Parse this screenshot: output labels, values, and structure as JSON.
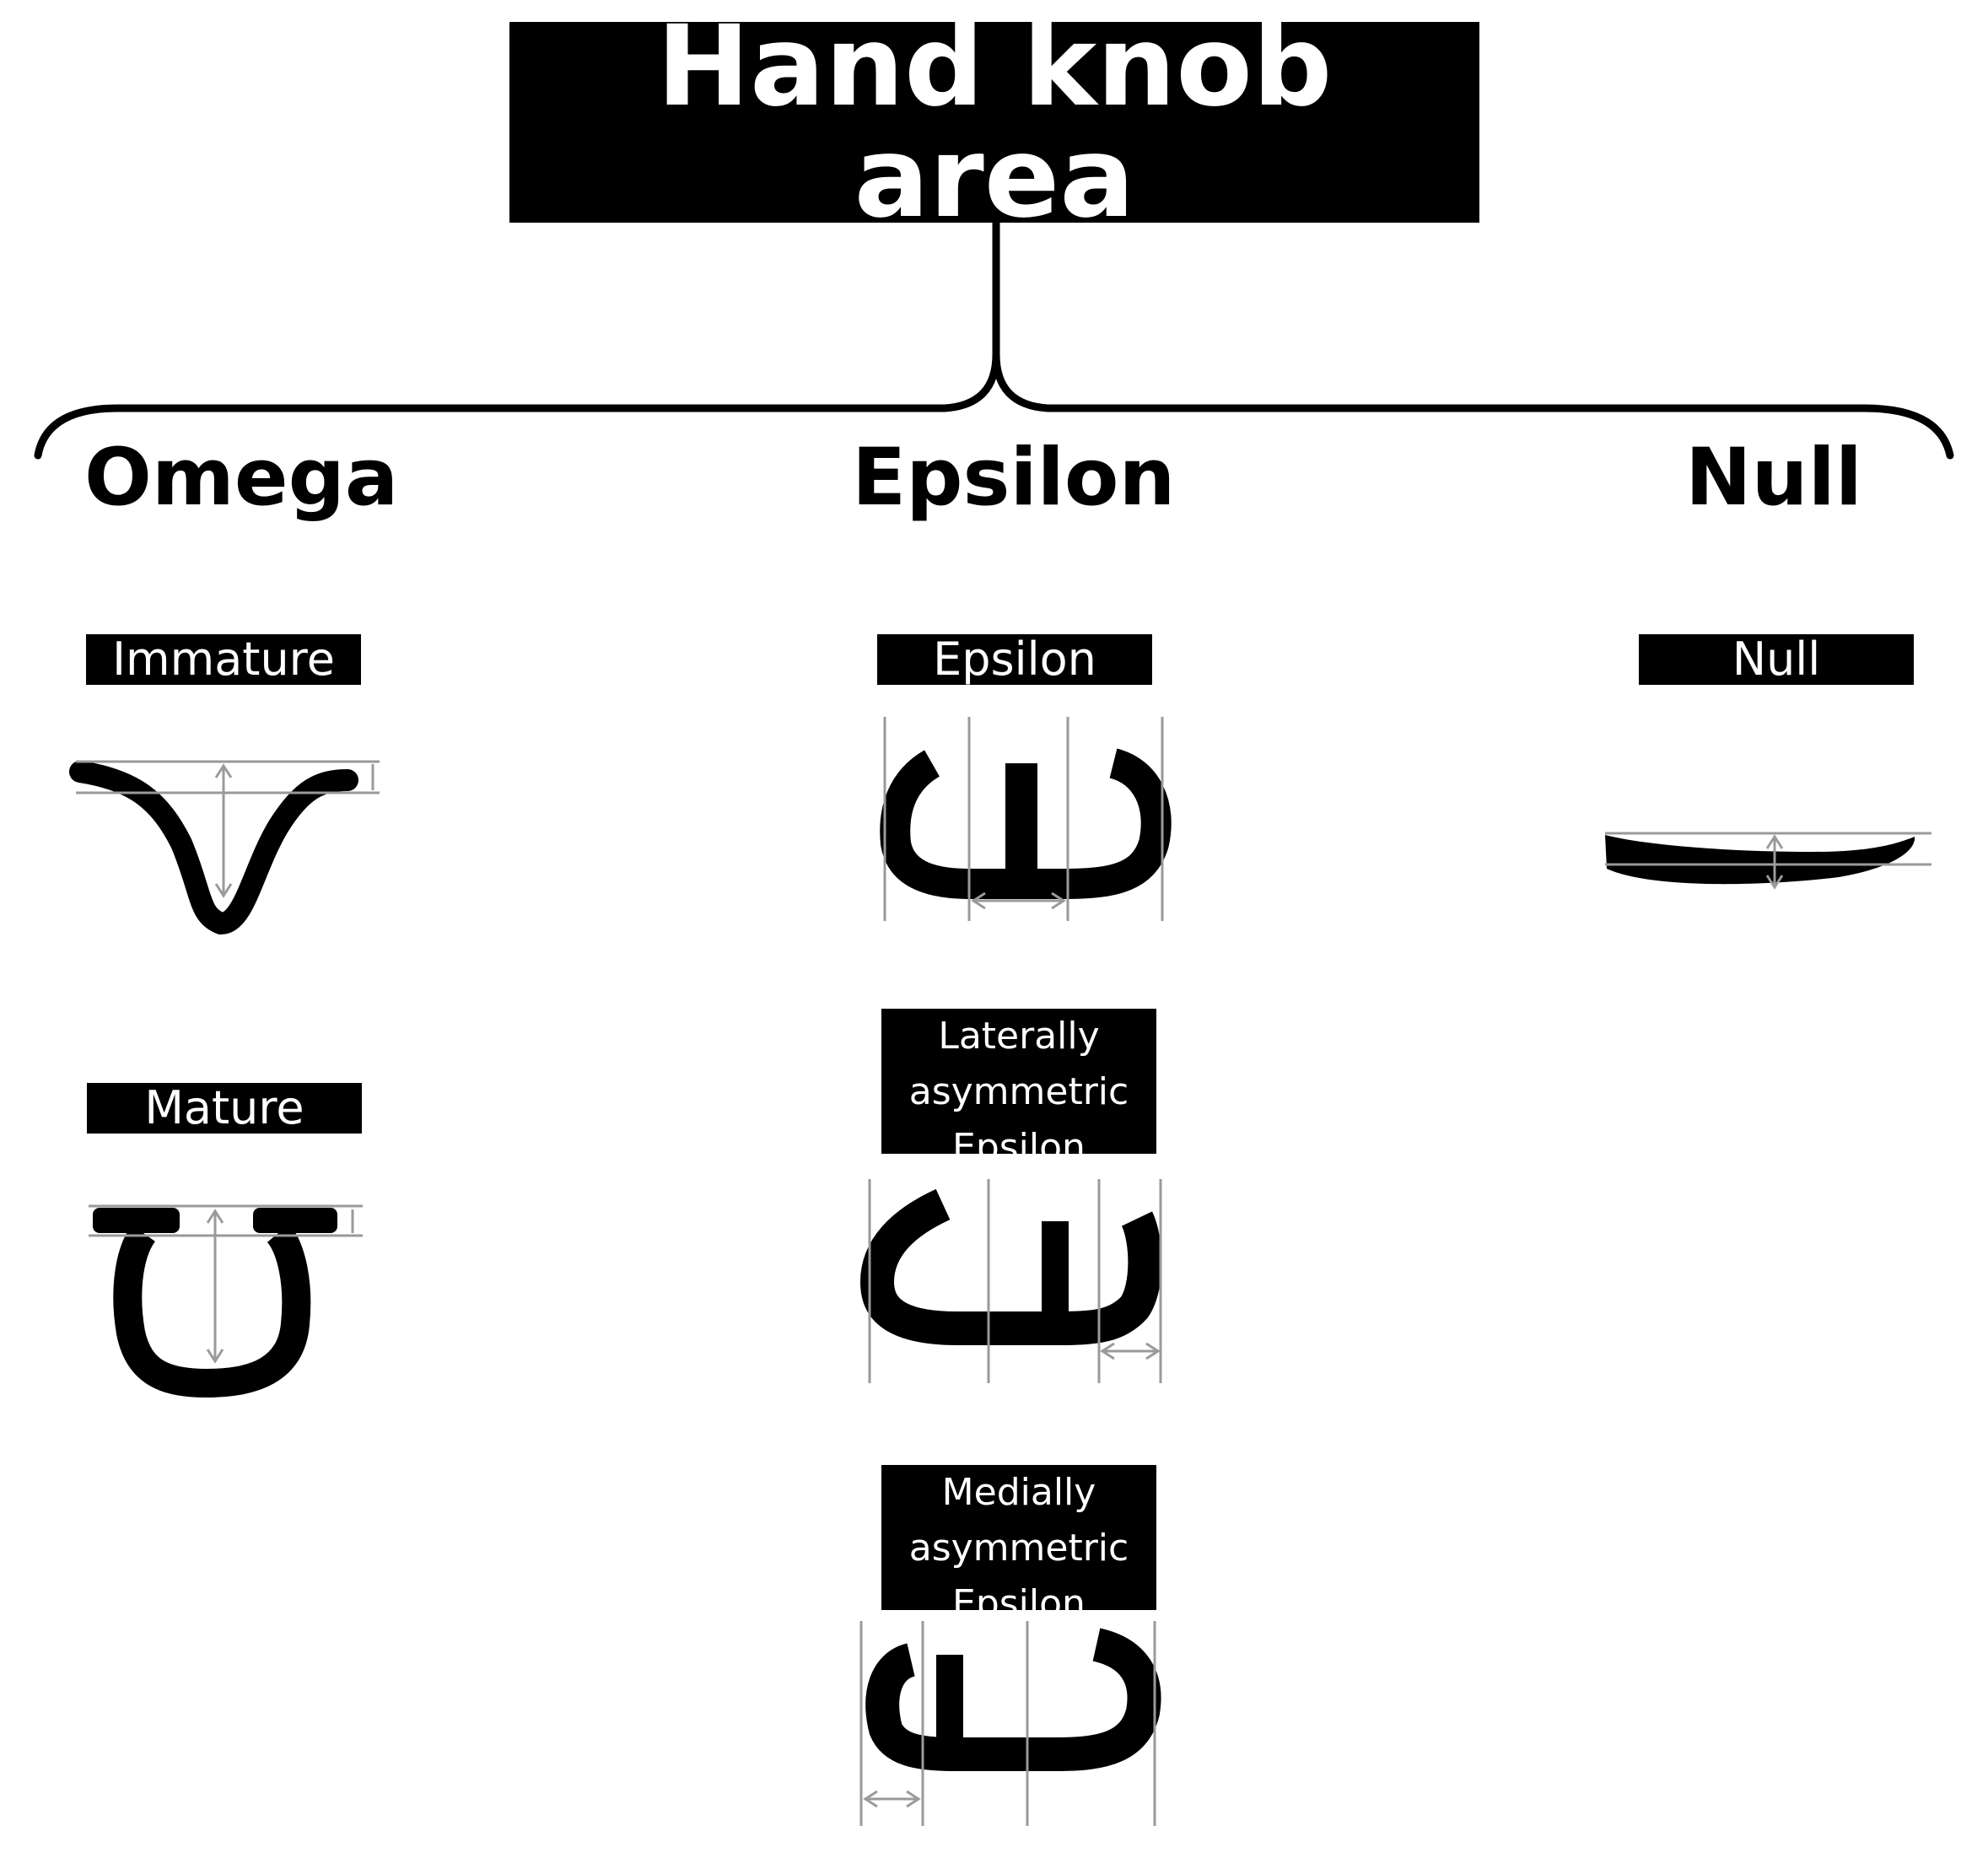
{
  "diagram": {
    "title": "Hand knob area",
    "categories": [
      {
        "heading": "Omega",
        "variants": [
          {
            "label": "Immature"
          },
          {
            "label": "Mature"
          }
        ]
      },
      {
        "heading": "Epsilon",
        "variants": [
          {
            "label": "Epsilon"
          },
          {
            "label_lines": [
              "Laterally",
              "asymmetric",
              "Epsilon"
            ]
          },
          {
            "label_lines": [
              "Medially",
              "asymmetric",
              "Epsilon"
            ]
          }
        ]
      },
      {
        "heading": "Null",
        "variants": [
          {
            "label": "Null"
          }
        ]
      }
    ],
    "colors": {
      "ink": "#000000",
      "measure_line": "#9a9a9a",
      "background": "#ffffff"
    }
  }
}
